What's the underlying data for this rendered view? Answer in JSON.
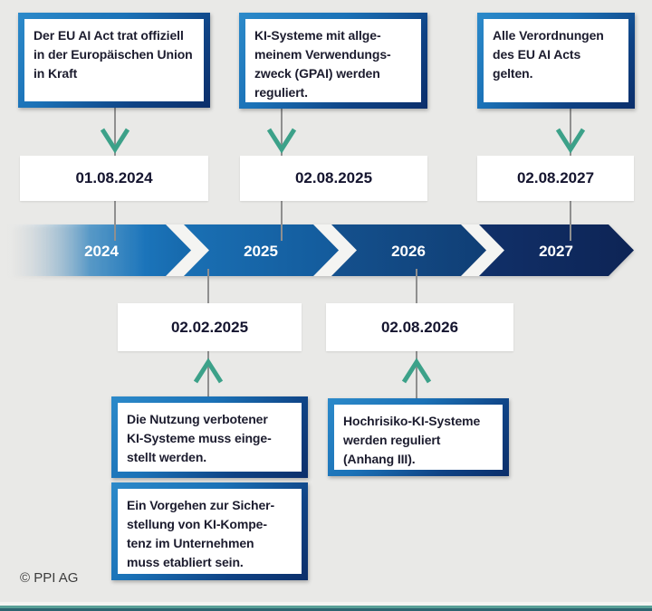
{
  "page": {
    "background_color": "#e9e9e7",
    "accent_teal": "#3ca189",
    "frame_blue_light": "#1b72b7",
    "frame_blue_dark": "#0b2e6a"
  },
  "events_top": [
    {
      "text": "Der EU AI Act trat offiziell\nin der Europäischen Union\nin Kraft",
      "date": "01.08.2024"
    },
    {
      "text": "KI-Systeme mit allge-\nmeinem Verwendungs-\nzweck (GPAI) werden\nreguliert.",
      "date": "02.08.2025"
    },
    {
      "text": "Alle Verordnungen\ndes EU AI Acts\ngelten.",
      "date": "02.08.2027"
    }
  ],
  "timeline": {
    "years": [
      "2024",
      "2025",
      "2026",
      "2027"
    ],
    "segment_colors": [
      "#1b74ba",
      "#1668ab",
      "#134c88",
      "#10306a"
    ]
  },
  "events_bottom": [
    {
      "date": "02.02.2025",
      "notes": [
        "Die Nutzung verbotener\nKI-Systeme muss einge-\nstellt werden.",
        "Ein Vorgehen zur Sicher-\nstellung von KI-Kompe-\ntenz im Unternehmen\nmuss etabliert sein."
      ]
    },
    {
      "date": "02.08.2026",
      "notes": [
        "Hochrisiko-KI-Systeme\nwerden reguliert\n(Anhang III)."
      ]
    }
  ],
  "footer": {
    "copyright": "© PPI AG"
  }
}
